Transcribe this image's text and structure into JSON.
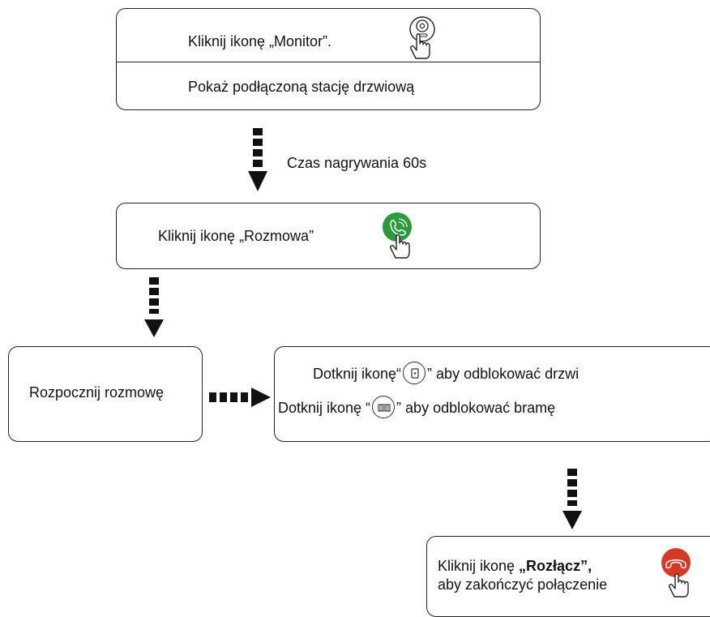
{
  "step_monitor": {
    "instruction": "Kliknij ikonę „Monitor”.",
    "result": "Pokaż podłączoną stację drzwiową",
    "icon": "monitor-icon"
  },
  "recording_note": "Czas nagrywania 60s",
  "step_talk": {
    "instruction": "Kliknij ikonę „Rozmowa”",
    "icon": "phone-icon",
    "icon_color": "#2a9a3c"
  },
  "step_start": {
    "label": "Rozpocznij rozmowę"
  },
  "step_unlock": {
    "door_prefix": "Dotknij ikonę“",
    "door_suffix": "” aby odblokować drzwi",
    "door_icon": "door-unlock-icon",
    "gate_prefix": "Dotknij ikonę “",
    "gate_suffix": "” aby odblokować bramę",
    "gate_icon": "gate-unlock-icon"
  },
  "step_hangup": {
    "prefix": "Kliknij ikonę ",
    "bold": "„Rozłącz”,",
    "line2": "aby zakończyć połączenie",
    "icon": "hangup-icon",
    "icon_color": "#d63a27"
  }
}
